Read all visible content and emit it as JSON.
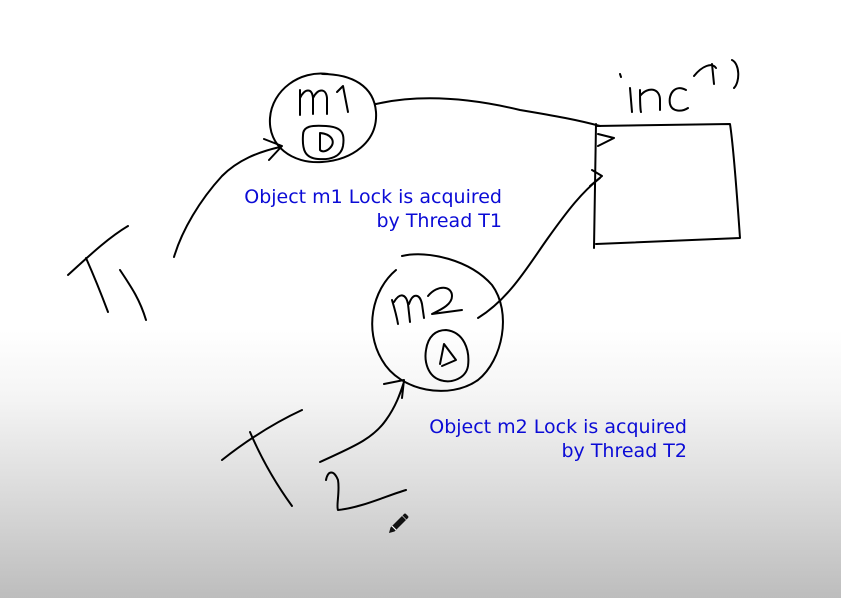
{
  "annotations": {
    "m1_caption": {
      "line1": "Object m1 Lock is acquired",
      "line2": "by Thread T1"
    },
    "m2_caption": {
      "line1": "Object m2 Lock is acquired",
      "line2": "by Thread T2"
    }
  },
  "colors": {
    "annotation_text": "#0b0bd6",
    "ink": "#000000"
  },
  "icons": {
    "cursor": "pencil-icon"
  }
}
